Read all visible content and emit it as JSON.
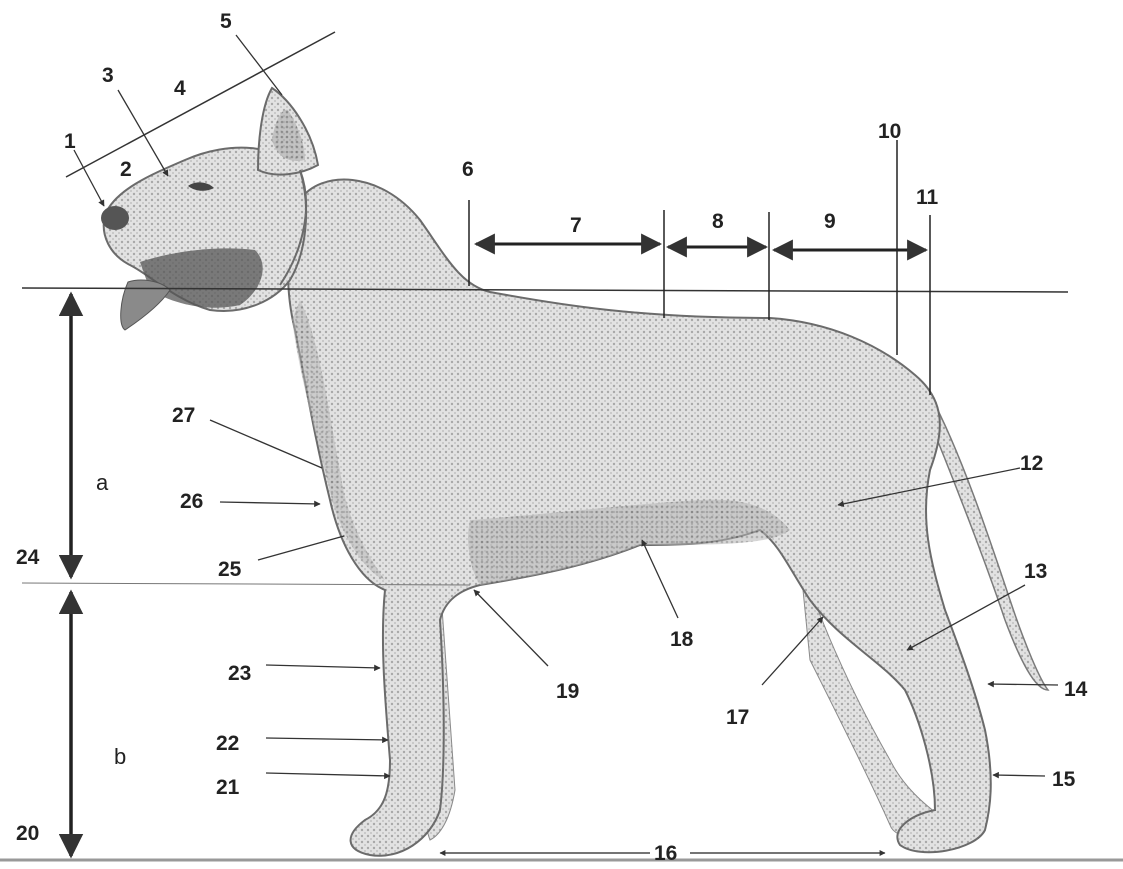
{
  "diagram": {
    "labels": {
      "l1": "1",
      "l2": "2",
      "l3": "3",
      "l4": "4",
      "l5": "5",
      "l6": "6",
      "l7": "7",
      "l8": "8",
      "l9": "9",
      "l10": "10",
      "l11": "11",
      "l12": "12",
      "l13": "13",
      "l14": "14",
      "l15": "15",
      "l16": "16",
      "l17": "17",
      "l18": "18",
      "l19": "19",
      "l20": "20",
      "l21": "21",
      "l22": "22",
      "l23": "23",
      "l24": "24",
      "l25": "25",
      "l26": "26",
      "l27": "27",
      "a": "a",
      "b": "b"
    },
    "colors": {
      "line": "#333333",
      "dog_fill": "#d9d9d9",
      "dog_shade": "#9a9a9a",
      "dog_outline": "#6b6b6b"
    }
  }
}
